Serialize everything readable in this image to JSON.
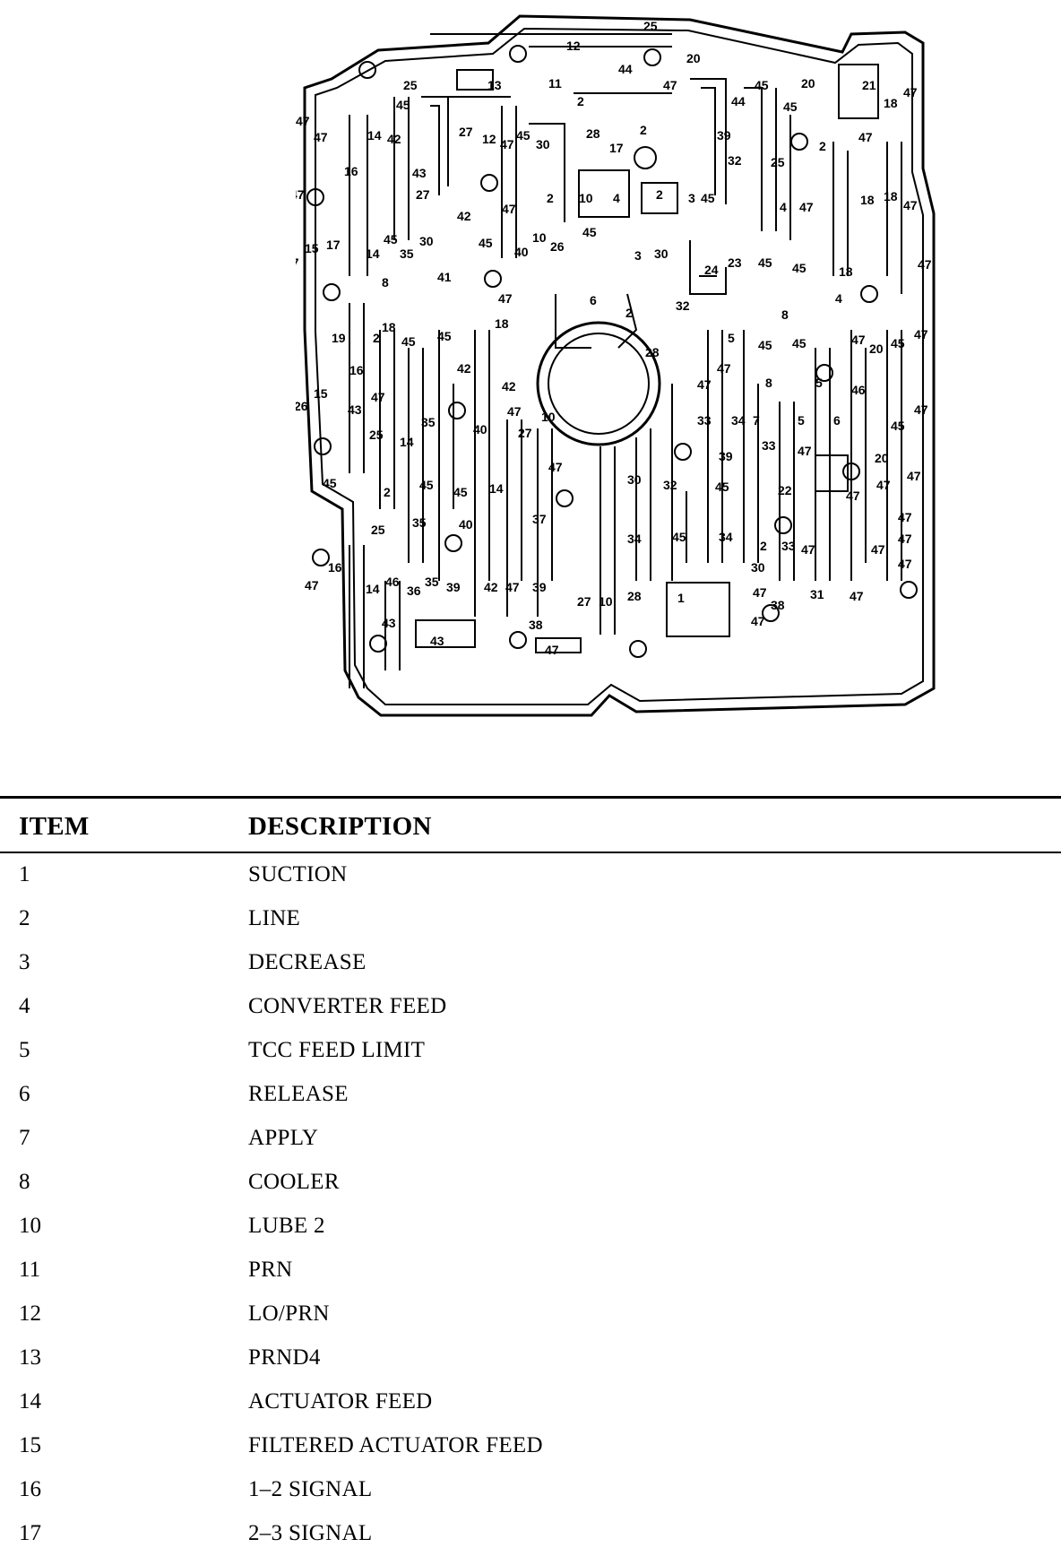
{
  "diagram": {
    "labels": [
      "1",
      "2",
      "3",
      "4",
      "5",
      "6",
      "7",
      "8",
      "10",
      "11",
      "12",
      "13",
      "14",
      "15",
      "16",
      "17",
      "18",
      "20",
      "21",
      "22",
      "23",
      "24",
      "25",
      "26",
      "27",
      "28",
      "30",
      "31",
      "32",
      "33",
      "34",
      "35",
      "36",
      "37",
      "38",
      "39",
      "40",
      "41",
      "42",
      "43",
      "44",
      "45",
      "46",
      "47"
    ]
  },
  "legend": {
    "header_item": "ITEM",
    "header_description": "DESCRIPTION",
    "rows": [
      {
        "item": "1",
        "description": "SUCTION"
      },
      {
        "item": "2",
        "description": "LINE"
      },
      {
        "item": "3",
        "description": "DECREASE"
      },
      {
        "item": "4",
        "description": "CONVERTER FEED"
      },
      {
        "item": "5",
        "description": "TCC FEED LIMIT"
      },
      {
        "item": "6",
        "description": "RELEASE"
      },
      {
        "item": "7",
        "description": "APPLY"
      },
      {
        "item": "8",
        "description": "COOLER"
      },
      {
        "item": "10",
        "description": "LUBE 2"
      },
      {
        "item": "11",
        "description": "PRN"
      },
      {
        "item": "12",
        "description": "LO/PRN"
      },
      {
        "item": "13",
        "description": "PRND4"
      },
      {
        "item": "14",
        "description": "ACTUATOR FEED"
      },
      {
        "item": "15",
        "description": "FILTERED ACTUATOR FEED"
      },
      {
        "item": "16",
        "description": "1–2 SIGNAL"
      },
      {
        "item": "17",
        "description": "2–3 SIGNAL"
      }
    ]
  }
}
